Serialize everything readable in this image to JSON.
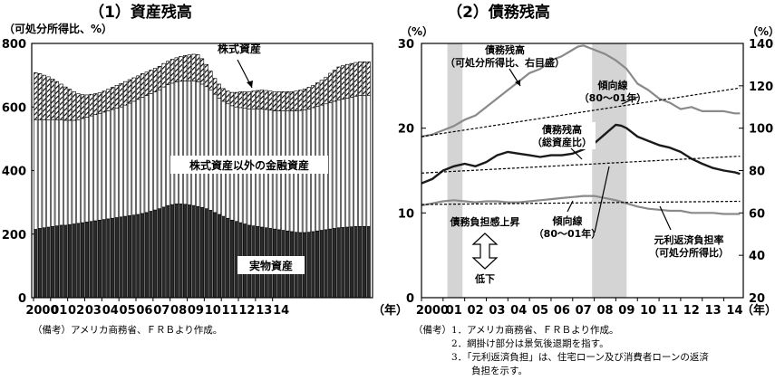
{
  "chart_data": [
    {
      "type": "bar",
      "title": "（1）資産残高",
      "unit_label": "（可処分所得比、%）",
      "year_label": "（年）",
      "x_tick_labels": [
        "2000",
        "01",
        "02",
        "03",
        "04",
        "05",
        "06",
        "07",
        "08",
        "09",
        "10",
        "11",
        "12",
        "13",
        "14"
      ],
      "ylim": [
        0,
        800
      ],
      "y_ticks": [
        "0",
        "200",
        "400",
        "600",
        "800"
      ],
      "stacked": true,
      "quarters_per_year": 4,
      "series": [
        {
          "name": "実物資産",
          "values": [
            215,
            218,
            220,
            222,
            224,
            226,
            228,
            228,
            230,
            232,
            234,
            236,
            238,
            240,
            242,
            244,
            246,
            248,
            250,
            252,
            254,
            256,
            258,
            260,
            262,
            265,
            268,
            272,
            276,
            280,
            285,
            290,
            293,
            295,
            295,
            294,
            292,
            290,
            287,
            284,
            280,
            275,
            268,
            262,
            256,
            250,
            244,
            240,
            236,
            232,
            228,
            226,
            224,
            222,
            220,
            218,
            216,
            214,
            212,
            210,
            208,
            206,
            205,
            205,
            206,
            208,
            210,
            212,
            214,
            216,
            218,
            220,
            221,
            222,
            223,
            224,
            224,
            224,
            224
          ]
        },
        {
          "name": "株式資産以外の金融資産",
          "values": [
            345,
            342,
            340,
            338,
            336,
            334,
            332,
            330,
            328,
            326,
            326,
            328,
            330,
            332,
            334,
            336,
            338,
            340,
            342,
            344,
            346,
            350,
            354,
            358,
            362,
            366,
            368,
            370,
            372,
            374,
            378,
            380,
            382,
            384,
            386,
            388,
            390,
            392,
            392,
            388,
            384,
            378,
            372,
            366,
            362,
            360,
            360,
            360,
            362,
            364,
            366,
            368,
            370,
            372,
            372,
            372,
            372,
            374,
            376,
            378,
            380,
            382,
            384,
            386,
            388,
            390,
            392,
            394,
            396,
            398,
            400,
            402,
            404,
            406,
            408,
            410,
            412,
            412,
            412
          ]
        },
        {
          "name": "株式資産",
          "values": [
            148,
            145,
            140,
            135,
            128,
            120,
            112,
            105,
            98,
            90,
            82,
            75,
            70,
            68,
            66,
            65,
            66,
            68,
            70,
            72,
            74,
            74,
            74,
            74,
            74,
            74,
            74,
            74,
            74,
            74,
            74,
            74,
            75,
            76,
            78,
            80,
            82,
            84,
            86,
            80,
            70,
            60,
            50,
            44,
            40,
            40,
            42,
            46,
            50,
            52,
            54,
            56,
            58,
            60,
            60,
            60,
            60,
            60,
            60,
            60,
            60,
            62,
            64,
            66,
            68,
            70,
            74,
            78,
            84,
            92,
            98,
            104,
            106,
            106,
            106,
            106,
            106,
            106,
            106
          ]
        }
      ],
      "annotations": [
        "株式資産",
        "株式資産以外の金融資産",
        "実物資産"
      ]
    },
    {
      "type": "line",
      "title": "（2）債務残高",
      "left_axis_label": "（%）",
      "right_axis_label": "（%）",
      "year_label": "（年）",
      "x_tick_labels": [
        "2000",
        "01",
        "02",
        "03",
        "04",
        "05",
        "06",
        "07",
        "08",
        "09",
        "10",
        "11",
        "12",
        "13",
        "14"
      ],
      "left_ylim": [
        0,
        30
      ],
      "left_y_ticks": [
        "0",
        "10",
        "20",
        "30"
      ],
      "right_ylim": [
        20,
        140
      ],
      "right_y_ticks": [
        "20",
        "40",
        "60",
        "80",
        "100",
        "120",
        "140"
      ],
      "recessions": [
        [
          2001.2,
          2001.9
        ],
        [
          2007.9,
          2009.5
        ]
      ],
      "series": [
        {
          "name": "債務残高（可処分所得比、右目盛）",
          "axis": "right",
          "x": [
            2000,
            2000.5,
            2001,
            2001.5,
            2002,
            2002.5,
            2003,
            2003.5,
            2004,
            2004.5,
            2005,
            2005.5,
            2006,
            2006.5,
            2007,
            2007.25,
            2007.5,
            2007.75,
            2008,
            2008.5,
            2009,
            2009.5,
            2010,
            2010.5,
            2011,
            2011.5,
            2012,
            2012.5,
            2013,
            2013.5,
            2014,
            2014.5,
            2014.75
          ],
          "values": [
            96,
            97,
            99,
            101,
            104,
            106,
            110,
            114,
            118,
            122,
            126,
            128,
            132,
            134,
            137,
            138.5,
            139,
            138,
            137,
            135,
            132,
            128,
            121,
            118,
            114,
            112,
            109,
            110,
            108,
            108,
            108,
            107,
            107
          ]
        },
        {
          "name": "債務残高（総資産比）",
          "axis": "left",
          "x": [
            2000,
            2000.5,
            2001,
            2001.5,
            2002,
            2002.5,
            2003,
            2003.5,
            2004,
            2004.5,
            2005,
            2005.5,
            2006,
            2006.5,
            2007,
            2007.5,
            2008,
            2008.5,
            2009,
            2009.25,
            2009.5,
            2010,
            2010.5,
            2011,
            2011.5,
            2012,
            2012.5,
            2013,
            2013.5,
            2014,
            2014.5,
            2014.75
          ],
          "values": [
            13.5,
            14.0,
            15.0,
            15.5,
            15.8,
            15.5,
            16.0,
            16.8,
            17.2,
            17.0,
            16.8,
            16.6,
            16.8,
            16.8,
            17.0,
            17.5,
            18.2,
            19.3,
            20.4,
            20.3,
            20.0,
            19.0,
            18.5,
            18.0,
            17.7,
            17.2,
            16.4,
            15.8,
            15.3,
            15.0,
            14.8,
            14.6
          ]
        },
        {
          "name": "元利返済負担率（可処分所得比）",
          "axis": "right",
          "x": [
            2000,
            2000.5,
            2001,
            2001.5,
            2002,
            2002.5,
            2003,
            2003.5,
            2004,
            2004.5,
            2005,
            2005.5,
            2006,
            2006.5,
            2007,
            2007.5,
            2008,
            2008.5,
            2009,
            2009.5,
            2010,
            2010.5,
            2011,
            2011.5,
            2012,
            2012.5,
            2013,
            2013.5,
            2014,
            2014.5,
            2014.75
          ],
          "values": [
            63.5,
            64.5,
            65.5,
            66,
            65.5,
            65,
            65.5,
            65.5,
            65,
            65,
            65.5,
            66,
            66.5,
            67,
            67.5,
            68,
            68,
            67,
            66,
            64.5,
            63,
            62,
            61.5,
            61,
            61,
            60,
            60,
            60,
            59.5,
            59.5,
            59.5
          ]
        },
        {
          "name": "傾向線（80～01年）",
          "axis": "right",
          "dashed": true,
          "x": [
            2000,
            2014.75
          ],
          "values": [
            96,
            119
          ]
        },
        {
          "name": "傾向線（80～01年）",
          "axis": "left",
          "dashed": true,
          "x": [
            2000,
            2014.75
          ],
          "values": [
            14.7,
            16.7
          ]
        },
        {
          "name": "傾向線（80～01年）",
          "axis": "right",
          "dashed": true,
          "x": [
            2000,
            2014.75
          ],
          "values": [
            64,
            65.5
          ]
        }
      ],
      "annotations": {
        "debt_income": "債務残高",
        "debt_income_2": "（可処分所得比、右目盛）",
        "trend_top": "傾向線",
        "trend_top_2": "（80～01年）",
        "debt_assets": "債務残高",
        "debt_assets_2": "（総資産比）",
        "burden_label": "債務負担感上昇",
        "burden_low": "低下",
        "trend_bottom": "傾向線",
        "trend_bottom_2": "（80～01年）",
        "service": "元利返済負担率",
        "service_2": "（可処分所得比）"
      }
    }
  ],
  "notes": {
    "left": "（備考）アメリカ商務省、ＦＲＢより作成。",
    "right_prefix": "（備考）",
    "right": [
      "1．アメリカ商務省、ＦＲＢより作成。",
      "2．網掛け部分は景気後退期を指す。",
      "3．「元利返済負担」は、住宅ローン及び消費者ローンの返済",
      "負担を示す。"
    ]
  }
}
